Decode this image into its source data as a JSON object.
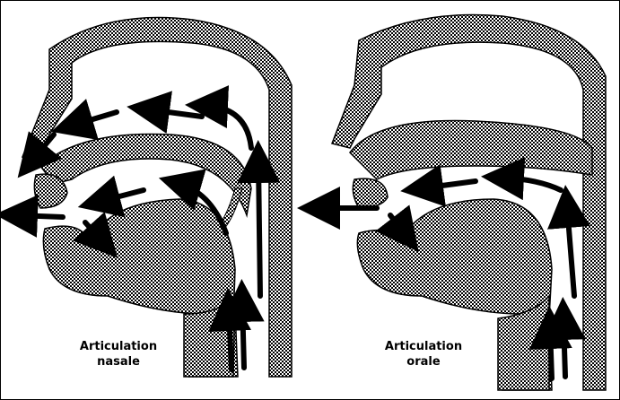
{
  "panels": [
    {
      "caption_line1": "Articulation",
      "caption_line2": "nasale"
    },
    {
      "caption_line1": "Articulation",
      "caption_line2": "orale"
    }
  ],
  "colors": {
    "ink": "#000000",
    "paper": "#ffffff"
  }
}
